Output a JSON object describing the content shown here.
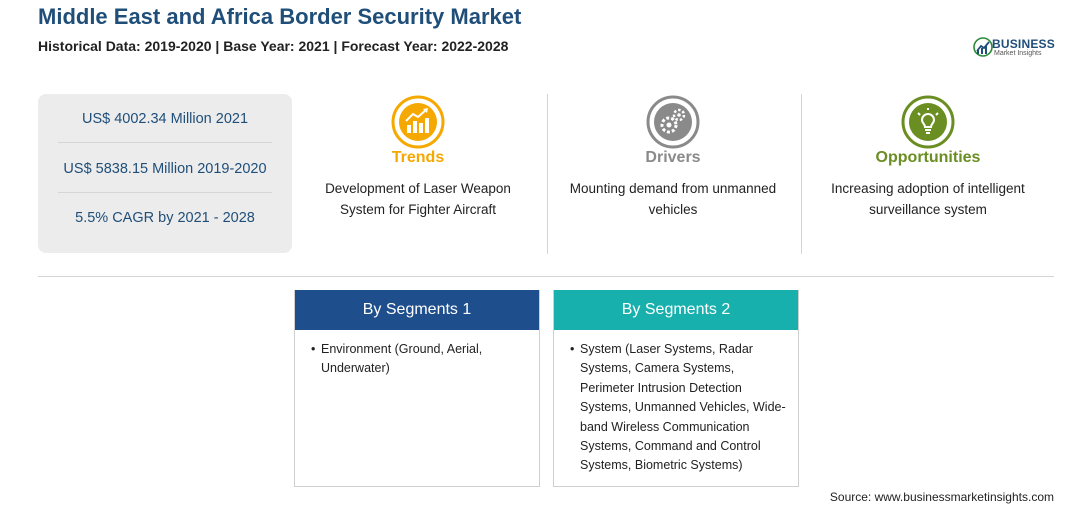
{
  "header": {
    "title": "Middle East and Africa Border Security Market",
    "subtitle": "Historical Data: 2019-2020 | Base Year: 2021 | Forecast Year: 2022-2028"
  },
  "logo": {
    "line1": "BUSINESS",
    "line2": "Market Insights"
  },
  "stats": [
    "US$ 4002.34 Million 2021",
    "US$ 5838.15 Million 2019-2020",
    "5.5% CAGR by 2021 - 2028"
  ],
  "features": [
    {
      "heading": "Trends",
      "desc": "Development of Laser Weapon System for Fighter Aircraft",
      "color": "#f5a800",
      "icon": "chart-growth-icon"
    },
    {
      "heading": "Drivers",
      "desc": "Mounting demand from unmanned vehicles",
      "color": "#8a8a8a",
      "icon": "gears-icon"
    },
    {
      "heading": "Opportunities",
      "desc": "Increasing adoption of intelligent surveillance system",
      "color": "#6b8e23",
      "icon": "lightbulb-icon"
    }
  ],
  "segments": [
    {
      "title": "By Segments 1",
      "color": "#1f4e8c",
      "item": "Environment (Ground, Aerial, Underwater)"
    },
    {
      "title": "By Segments 2",
      "color": "#17b0ad",
      "item": "System (Laser Systems, Radar Systems, Camera Systems, Perimeter Intrusion Detection Systems, Unmanned Vehicles, Wide-band Wireless Communication Systems, Command and Control Systems, Biometric Systems)"
    }
  ],
  "source": "Source: www.businessmarketinsights.com"
}
